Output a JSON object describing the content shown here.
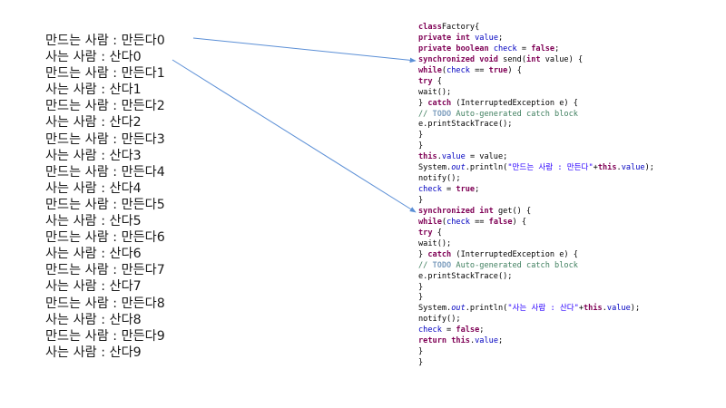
{
  "output_lines": [
    "만드는 사람 : 만든다0",
    "사는 사람 : 산다0",
    "만드는 사람 : 만든다1",
    "사는 사람 : 산다1",
    "만드는 사람 : 만든다2",
    "사는 사람 : 산다2",
    "만드는 사람 : 만든다3",
    "사는 사람 : 산다3",
    "만드는 사람 : 만든다4",
    "사는 사람 : 산다4",
    "만드는 사람 : 만든다5",
    "사는 사람 : 산다5",
    "만드는 사람 : 만든다6",
    "사는 사람 : 산다6",
    "만드는 사람 : 만든다7",
    "사는 사람 : 산다7",
    "만드는 사람 : 만든다8",
    "사는 사람 : 산다8",
    "만드는 사람 : 만든다9",
    "사는 사람 : 산다9"
  ],
  "code_lines": [
    [
      [
        "kw",
        "class"
      ],
      [
        "",
        "Factory{"
      ]
    ],
    [
      [
        "kw",
        "private"
      ],
      [
        "",
        ""
      ],
      [
        "kw",
        "int"
      ],
      [
        "",
        "  "
      ],
      [
        "fld",
        "value"
      ],
      [
        "",
        ";"
      ]
    ],
    [
      [
        "kw",
        "private"
      ],
      [
        "",
        ""
      ],
      [
        "kw",
        "boolean"
      ],
      [
        "",
        "  "
      ],
      [
        "fld",
        "check"
      ],
      [
        "",
        "  = "
      ],
      [
        "kw",
        "false"
      ],
      [
        "",
        ";"
      ]
    ],
    [
      [
        "kw",
        "synchronized"
      ],
      [
        "",
        ""
      ],
      [
        "kw",
        "void"
      ],
      [
        "",
        "  send("
      ],
      [
        "kw",
        "int"
      ],
      [
        "",
        "  value) {"
      ]
    ],
    [
      [
        "kw",
        "while"
      ],
      [
        "",
        "("
      ],
      [
        "fld",
        "check"
      ],
      [
        "",
        "  == "
      ],
      [
        "kw",
        "true"
      ],
      [
        "",
        ") {"
      ]
    ],
    [
      [
        "kw",
        "try"
      ],
      [
        "",
        "  {"
      ]
    ],
    [
      [
        "",
        "wait();"
      ]
    ],
    [
      [
        "",
        "} "
      ],
      [
        "kw",
        "catch"
      ],
      [
        "",
        "  (InterruptedException e) {"
      ]
    ],
    [
      [
        "cmt",
        "// "
      ],
      [
        "todo",
        "TODO"
      ],
      [
        "cmt",
        "  Auto-generated catch block"
      ]
    ],
    [
      [
        "",
        "e.printStackTrace();"
      ]
    ],
    [
      [
        "",
        "}"
      ]
    ],
    [
      [
        "",
        "}"
      ]
    ],
    [
      [
        "kw",
        "this"
      ],
      [
        "",
        "."
      ],
      [
        "fld",
        "value"
      ],
      [
        "",
        "  = value;"
      ]
    ],
    [
      [
        "",
        "System."
      ],
      [
        "fld it",
        "out"
      ],
      [
        "",
        ".println("
      ],
      [
        "str",
        "\"만드는 사람 : 만든다\""
      ],
      [
        "",
        "+"
      ],
      [
        "kw",
        "this"
      ],
      [
        "",
        "."
      ],
      [
        "fld",
        "value"
      ],
      [
        "",
        ");"
      ]
    ],
    [
      [
        "",
        "notify();"
      ]
    ],
    [
      [
        "fld",
        "check"
      ],
      [
        "",
        "  = "
      ],
      [
        "kw",
        "true"
      ],
      [
        "",
        ";"
      ]
    ],
    [
      [
        "",
        "}"
      ]
    ],
    [
      [
        "kw",
        "synchronized"
      ],
      [
        "",
        ""
      ],
      [
        "kw",
        "int"
      ],
      [
        "",
        "  get() {"
      ]
    ],
    [
      [
        "kw",
        "while"
      ],
      [
        "",
        "("
      ],
      [
        "fld",
        "check"
      ],
      [
        "",
        "  == "
      ],
      [
        "kw",
        "false"
      ],
      [
        "",
        ") {"
      ]
    ],
    [
      [
        "kw",
        "try"
      ],
      [
        "",
        "  {"
      ]
    ],
    [
      [
        "",
        "wait();"
      ]
    ],
    [
      [
        "",
        "} "
      ],
      [
        "kw",
        "catch"
      ],
      [
        "",
        "  (InterruptedException e) {"
      ]
    ],
    [
      [
        "cmt",
        "// "
      ],
      [
        "todo",
        "TODO"
      ],
      [
        "cmt",
        "  Auto-generated catch block"
      ]
    ],
    [
      [
        "",
        "e.printStackTrace();"
      ]
    ],
    [
      [
        "",
        "}"
      ]
    ],
    [
      [
        "",
        "}"
      ]
    ],
    [
      [
        "",
        "System."
      ],
      [
        "fld it",
        "out"
      ],
      [
        "",
        ".println("
      ],
      [
        "str",
        "\"사는 사람 : 산다\""
      ],
      [
        "",
        "+"
      ],
      [
        "kw",
        "this"
      ],
      [
        "",
        "."
      ],
      [
        "fld",
        "value"
      ],
      [
        "",
        ");"
      ]
    ],
    [
      [
        "",
        "notify();"
      ]
    ],
    [
      [
        "fld",
        "check"
      ],
      [
        "",
        "  = "
      ],
      [
        "kw",
        "false"
      ],
      [
        "",
        ";"
      ]
    ],
    [
      [
        "kw",
        "return"
      ],
      [
        "",
        ""
      ],
      [
        "kw",
        "this"
      ],
      [
        "",
        "."
      ],
      [
        "fld",
        "value"
      ],
      [
        "",
        ";"
      ]
    ],
    [
      [
        "",
        "}"
      ]
    ],
    [
      [
        "",
        "}"
      ]
    ]
  ],
  "colors": {
    "keyword": "#7f0055",
    "field": "#0000c0",
    "string": "#2a00ff",
    "comment": "#3f7f5f",
    "arrow": "#5b8fd6"
  }
}
